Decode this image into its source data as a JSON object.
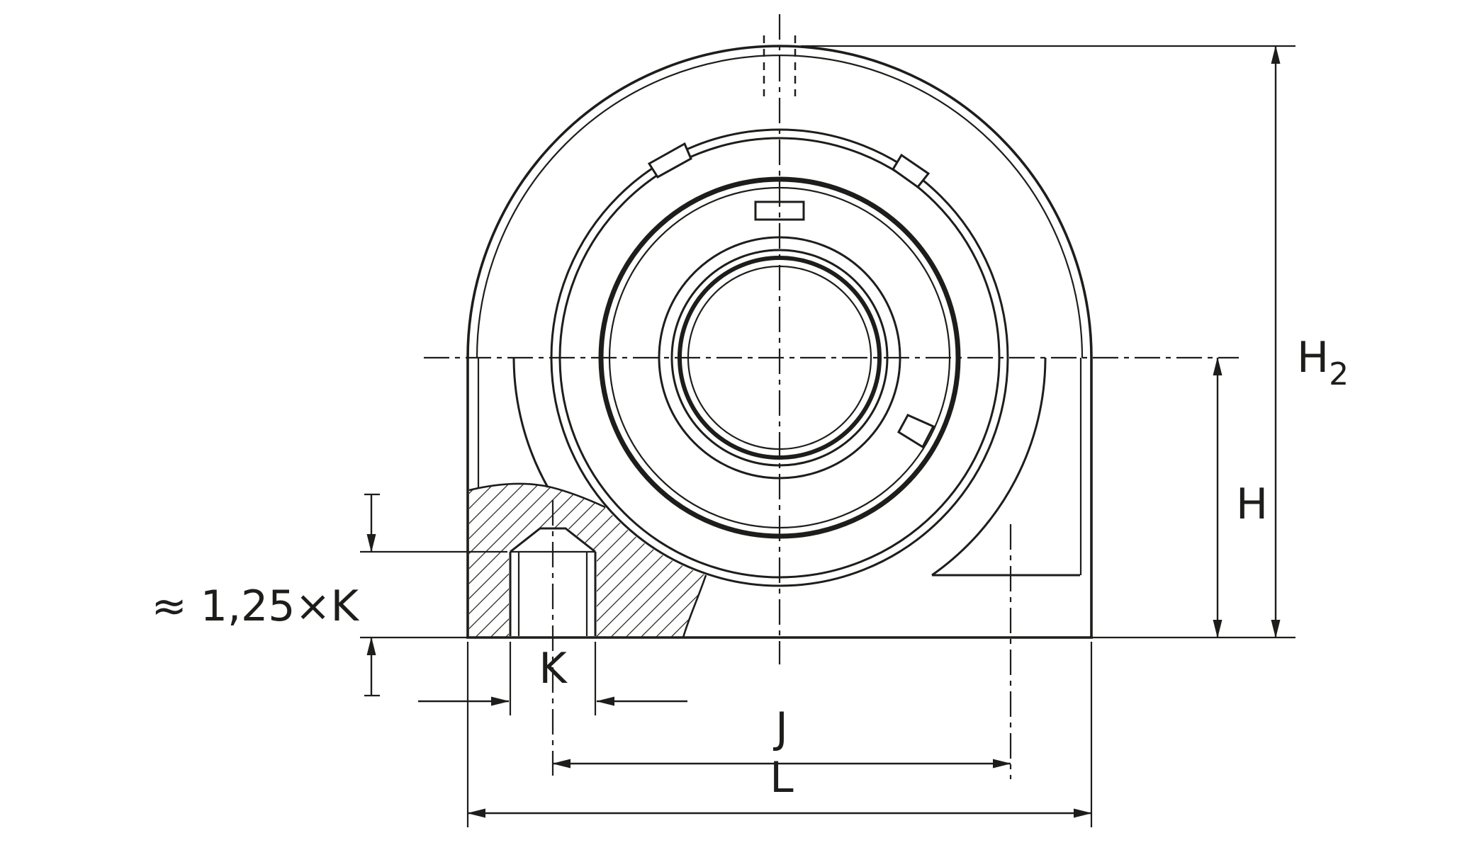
{
  "page": {
    "background": "#ffffff"
  },
  "drawing": {
    "line_color": "#1d1d1b",
    "labels": {
      "h2": {
        "base": "H",
        "sub": "2"
      },
      "h": "H",
      "thread_depth": "≈ 1,25×K",
      "thread_size": "K",
      "hole_spacing": "J",
      "base_length": "L"
    }
  }
}
